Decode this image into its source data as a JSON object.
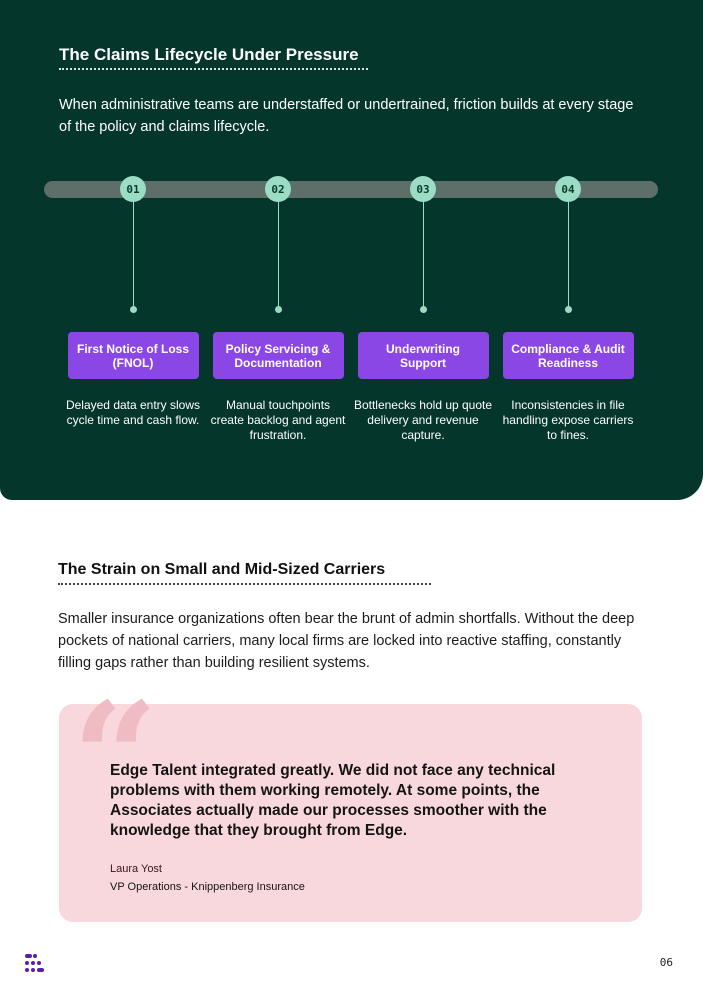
{
  "lifecycle": {
    "title": "The Claims Lifecycle Under Pressure",
    "intro": "When administrative teams are understaffed or undertrained, friction builds at every stage of the policy and claims lifecycle.",
    "stages": [
      {
        "number": "01",
        "title": "First Notice of Loss (FNOL)",
        "description": "Delayed data entry slows cycle time and cash flow."
      },
      {
        "number": "02",
        "title": "Policy Servicing & Documentation",
        "description": "Manual touchpoints create backlog and agent frustration."
      },
      {
        "number": "03",
        "title": "Underwriting Support",
        "description": "Bottlenecks hold up quote delivery and revenue capture."
      },
      {
        "number": "04",
        "title": "Compliance & Audit Readiness",
        "description": "Inconsistencies in file handling expose carriers to fines."
      }
    ]
  },
  "strain": {
    "title": "The Strain on Small and Mid-Sized Carriers",
    "body": "Smaller insurance organizations often bear the brunt of admin shortfalls. Without the deep pockets of national carriers, many local firms are locked into reactive staffing, constantly filling gaps rather than building resilient systems."
  },
  "testimonial": {
    "quote_icon": "quote-mark-icon",
    "text": "Edge Talent integrated greatly. We did not face any technical problems with them working remotely.  At some points, the Associates actually made our processes smoother with the knowledge that they brought from Edge.",
    "author": "Laura Yost",
    "role": "VP Operations - Knippenberg Insurance"
  },
  "footer": {
    "logo_icon": "edge-logo-icon",
    "page_number": "06"
  },
  "colors": {
    "hero_background": "#04362c",
    "accent_mint": "#9adcc4",
    "stage_purple": "#8b47e6",
    "quote_pink": "#f9d8dd",
    "logo_purple": "#5a1ea8"
  }
}
